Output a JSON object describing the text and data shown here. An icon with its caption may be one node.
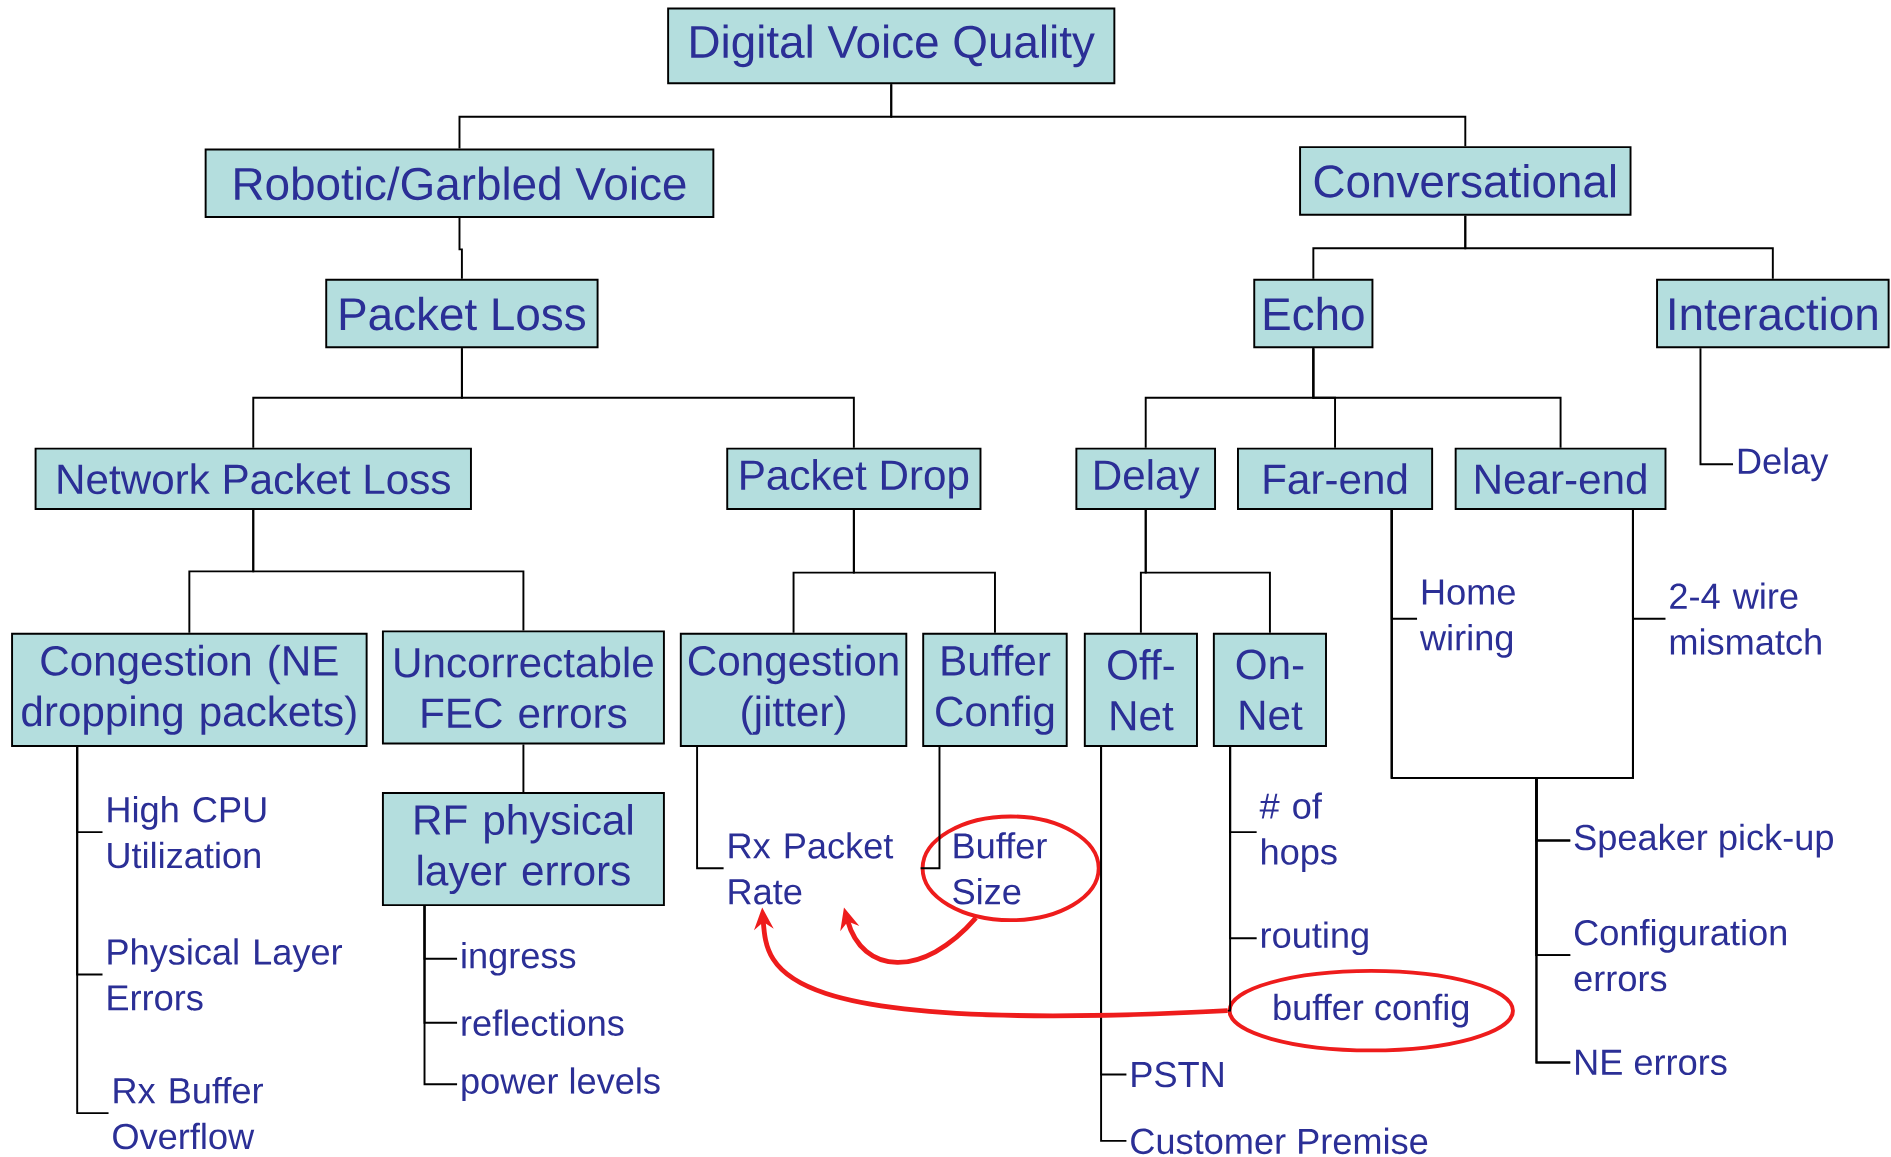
{
  "diagram": {
    "nodes": [
      {
        "text": [
          "Digital Voice Quality"
        ]
      },
      {
        "text": [
          "Robotic/Garbled Voice"
        ]
      },
      {
        "text": [
          "Conversational"
        ]
      },
      {
        "text": [
          "Packet Loss"
        ]
      },
      {
        "text": [
          "Echo"
        ]
      },
      {
        "text": [
          "Interaction"
        ]
      },
      {
        "text": [
          "Network Packet Loss"
        ]
      },
      {
        "text": [
          "Packet Drop"
        ]
      },
      {
        "text": [
          "Delay"
        ]
      },
      {
        "text": [
          "Far-end"
        ]
      },
      {
        "text": [
          "Near-end"
        ]
      },
      {
        "text": [
          "Congestion (NE dropping packets)"
        ]
      },
      {
        "text": [
          "Uncorrectable FEC errors"
        ]
      },
      {
        "text": [
          "Congestion (jitter)"
        ]
      },
      {
        "text": [
          "Buffer Config"
        ]
      },
      {
        "text": [
          "Off-Net"
        ]
      },
      {
        "text": [
          "On-Net"
        ]
      },
      {
        "text": [
          "RF physical layer errors"
        ]
      },
      {
        "text": [
          "Delay"
        ]
      },
      {
        "text": [
          "Home wiring"
        ]
      },
      {
        "text": [
          "2-4 wire mismatch"
        ]
      },
      {
        "text": [
          "High CPU Utilization"
        ]
      },
      {
        "text": [
          "Physical Layer Errors"
        ]
      },
      {
        "text": [
          "Rx Buffer Overflow"
        ]
      },
      {
        "text": [
          "ingress"
        ]
      },
      {
        "text": [
          "reflections"
        ]
      },
      {
        "text": [
          "power levels"
        ]
      },
      {
        "text": [
          "Rx Packet Rate"
        ]
      },
      {
        "text": [
          "Buffer Size"
        ]
      },
      {
        "text": [
          "# of hops"
        ]
      },
      {
        "text": [
          "routing"
        ]
      },
      {
        "text": [
          "buffer config"
        ]
      },
      {
        "text": [
          "PSTN"
        ]
      },
      {
        "text": [
          "Customer Premise"
        ]
      },
      {
        "text": [
          "Speaker pick-up"
        ]
      },
      {
        "text": [
          "Configuration errors"
        ]
      },
      {
        "text": [
          "NE errors"
        ]
      }
    ],
    "edges": [
      {
        "from": 0,
        "to": 1,
        "arrow": "none"
      },
      {
        "from": 0,
        "to": 2,
        "arrow": "none"
      },
      {
        "from": 1,
        "to": 3,
        "arrow": "none"
      },
      {
        "from": 2,
        "to": 4,
        "arrow": "none"
      },
      {
        "from": 2,
        "to": 5,
        "arrow": "none"
      },
      {
        "from": 3,
        "to": 6,
        "arrow": "none"
      },
      {
        "from": 3,
        "to": 7,
        "arrow": "none"
      },
      {
        "from": 4,
        "to": 8,
        "arrow": "none"
      },
      {
        "from": 4,
        "to": 9,
        "arrow": "none"
      },
      {
        "from": 4,
        "to": 10,
        "arrow": "none"
      },
      {
        "from": 5,
        "to": 18,
        "arrow": "none"
      },
      {
        "from": 6,
        "to": 11,
        "arrow": "none"
      },
      {
        "from": 6,
        "to": 12,
        "arrow": "none"
      },
      {
        "from": 7,
        "to": 13,
        "arrow": "none"
      },
      {
        "from": 7,
        "to": 14,
        "arrow": "none"
      },
      {
        "from": 8,
        "to": 15,
        "arrow": "none"
      },
      {
        "from": 8,
        "to": 16,
        "arrow": "none"
      },
      {
        "from": 9,
        "to": 19,
        "arrow": "none"
      },
      {
        "from": 10,
        "to": 20,
        "arrow": "none"
      },
      {
        "from": 11,
        "to": 21,
        "arrow": "none"
      },
      {
        "from": 11,
        "to": 22,
        "arrow": "none"
      },
      {
        "from": 11,
        "to": 23,
        "arrow": "none"
      },
      {
        "from": 12,
        "to": 17,
        "arrow": "none"
      },
      {
        "from": 17,
        "to": 24,
        "arrow": "none"
      },
      {
        "from": 17,
        "to": 25,
        "arrow": "none"
      },
      {
        "from": 17,
        "to": 26,
        "arrow": "none"
      },
      {
        "from": 13,
        "to": 27,
        "arrow": "none"
      },
      {
        "from": 14,
        "to": 28,
        "arrow": "none"
      },
      {
        "from": 15,
        "to": 32,
        "arrow": "none"
      },
      {
        "from": 15,
        "to": 33,
        "arrow": "none"
      },
      {
        "from": 16,
        "to": 29,
        "arrow": "none"
      },
      {
        "from": 16,
        "to": 30,
        "arrow": "none"
      },
      {
        "from": 16,
        "to": 31,
        "arrow": "none"
      },
      {
        "from": 9,
        "to": 34,
        "arrow": "none"
      },
      {
        "from": 9,
        "to": 35,
        "arrow": "none"
      },
      {
        "from": 9,
        "to": 36,
        "arrow": "none"
      },
      {
        "from": 10,
        "to": 34,
        "arrow": "none"
      },
      {
        "from": 10,
        "to": 35,
        "arrow": "none"
      },
      {
        "from": 10,
        "to": 36,
        "arrow": "none"
      },
      {
        "from": 28,
        "to": 27,
        "arrow": "to",
        "style": "thick",
        "color": "#ee1c1c"
      },
      {
        "from": 31,
        "to": 27,
        "arrow": "to",
        "style": "thick",
        "color": "#ee1c1c"
      }
    ]
  }
}
